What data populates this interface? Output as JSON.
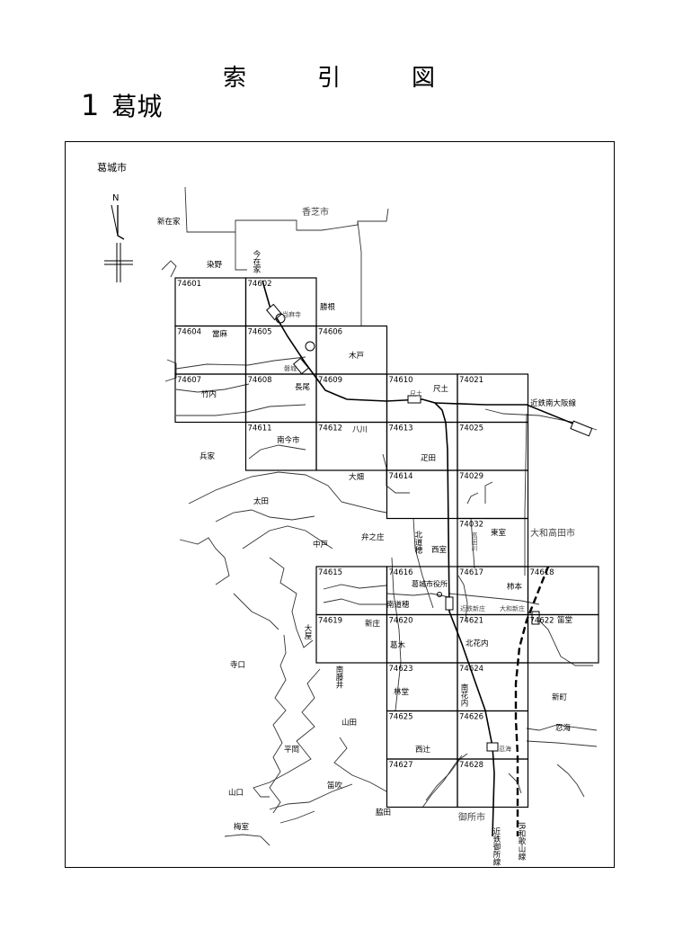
{
  "header": {
    "title_chars": [
      "索",
      "引",
      "図"
    ],
    "number": "1",
    "name": "葛城"
  },
  "map": {
    "city_label": "葛城市",
    "compass_label": "N",
    "neighbor_cities": [
      {
        "id": "kashiba",
        "text": "香芝市"
      },
      {
        "id": "yamatotakada",
        "text": "大和高田市"
      },
      {
        "id": "gose",
        "text": "御所市"
      }
    ],
    "cells": [
      {
        "id": "74601",
        "col": 0,
        "row": 0
      },
      {
        "id": "74602",
        "col": 1,
        "row": 0
      },
      {
        "id": "74604",
        "col": 0,
        "row": 1
      },
      {
        "id": "74605",
        "col": 1,
        "row": 1
      },
      {
        "id": "74606",
        "col": 2,
        "row": 1
      },
      {
        "id": "74607",
        "col": 0,
        "row": 2
      },
      {
        "id": "74608",
        "col": 1,
        "row": 2
      },
      {
        "id": "74609",
        "col": 2,
        "row": 2
      },
      {
        "id": "74610",
        "col": 3,
        "row": 2
      },
      {
        "id": "74021",
        "col": 4,
        "row": 2
      },
      {
        "id": "74611",
        "col": 1,
        "row": 3
      },
      {
        "id": "74612",
        "col": 2,
        "row": 3
      },
      {
        "id": "74613",
        "col": 3,
        "row": 3
      },
      {
        "id": "74025",
        "col": 4,
        "row": 3
      },
      {
        "id": "74614",
        "col": 3,
        "row": 4
      },
      {
        "id": "74029",
        "col": 4,
        "row": 4
      },
      {
        "id": "74032",
        "col": 4,
        "row": 5
      },
      {
        "id": "74615",
        "col": 2,
        "row": 6
      },
      {
        "id": "74616",
        "col": 3,
        "row": 6
      },
      {
        "id": "74617",
        "col": 4,
        "row": 6
      },
      {
        "id": "74618",
        "col": 5,
        "row": 6
      },
      {
        "id": "74619",
        "col": 2,
        "row": 7
      },
      {
        "id": "74620",
        "col": 3,
        "row": 7
      },
      {
        "id": "74621",
        "col": 4,
        "row": 7
      },
      {
        "id": "74622",
        "col": 5,
        "row": 7
      },
      {
        "id": "74623",
        "col": 3,
        "row": 8
      },
      {
        "id": "74624",
        "col": 4,
        "row": 8
      },
      {
        "id": "74625",
        "col": 3,
        "row": 9
      },
      {
        "id": "74626",
        "col": 4,
        "row": 9
      },
      {
        "id": "74627",
        "col": 3,
        "row": 10
      },
      {
        "id": "74628",
        "col": 4,
        "row": 10
      }
    ],
    "places_h": [
      {
        "id": "shinzaike",
        "text": "新在家"
      },
      {
        "id": "someno",
        "text": "染野"
      },
      {
        "id": "katsune",
        "text": "勝根"
      },
      {
        "id": "taima",
        "text": "當麻"
      },
      {
        "id": "kido",
        "text": "木戸"
      },
      {
        "id": "takenouchi",
        "text": "竹内"
      },
      {
        "id": "nagao",
        "text": "長尾"
      },
      {
        "id": "shakudo",
        "text": "尺土"
      },
      {
        "id": "minamiimaichi",
        "text": "南今市"
      },
      {
        "id": "yagawa",
        "text": "八川"
      },
      {
        "id": "hyoke",
        "text": "兵家"
      },
      {
        "id": "jouden",
        "text": "疋田"
      },
      {
        "id": "oohata",
        "text": "大畑"
      },
      {
        "id": "oota",
        "text": "太田"
      },
      {
        "id": "higashimuro",
        "text": "東室"
      },
      {
        "id": "nakato",
        "text": "中戸"
      },
      {
        "id": "bennosho",
        "text": "弁之庄"
      },
      {
        "id": "nishimuro",
        "text": "西室"
      },
      {
        "id": "kakimoto",
        "text": "柿本"
      },
      {
        "id": "minamimichiho",
        "text": "南道穂"
      },
      {
        "id": "fuedo",
        "text": "笛堂"
      },
      {
        "id": "shinjo",
        "text": "新庄"
      },
      {
        "id": "katsuragi",
        "text": "葛木"
      },
      {
        "id": "kitahanauchi",
        "text": "北花内"
      },
      {
        "id": "teraguchi",
        "text": "寺口"
      },
      {
        "id": "hayashido",
        "text": "林堂"
      },
      {
        "id": "shinmachi",
        "text": "新町"
      },
      {
        "id": "yamada",
        "text": "山田"
      },
      {
        "id": "oshimi",
        "text": "忍海"
      },
      {
        "id": "hiraoka",
        "text": "平岡"
      },
      {
        "id": "nishitsuji",
        "text": "西辻"
      },
      {
        "id": "fuefuki",
        "text": "笛吹"
      },
      {
        "id": "yamaguchi",
        "text": "山口"
      },
      {
        "id": "umemuro",
        "text": "梅室"
      },
      {
        "id": "wakita",
        "text": "脇田"
      }
    ],
    "places_v": [
      {
        "id": "imazaike",
        "text": "今在家"
      },
      {
        "id": "kitamichiho",
        "text": "北道穂"
      },
      {
        "id": "oya",
        "text": "大屋"
      },
      {
        "id": "minamifujii",
        "text": "南藤井"
      },
      {
        "id": "minamihanauchi",
        "text": "南花内"
      }
    ],
    "small_labels": [
      {
        "id": "taimadera",
        "text": "当麻寺"
      },
      {
        "id": "iwaki",
        "text": "磐城"
      },
      {
        "id": "shakudo_st",
        "text": "尺土"
      },
      {
        "id": "takadagawa",
        "text": "高田川"
      },
      {
        "id": "kintetsushinjo",
        "text": "近鉄新庄"
      },
      {
        "id": "yamatoshinjo",
        "text": "大和新庄"
      },
      {
        "id": "oshimi_st",
        "text": "忍海"
      }
    ],
    "city_hall": "葛城市役所",
    "rail_lines": [
      {
        "id": "minami_osaka",
        "text": "近鉄南大阪線"
      },
      {
        "id": "gose_line",
        "text": "近鉄御所線"
      },
      {
        "id": "wakayama_line",
        "text": "JR和歌山線"
      }
    ]
  }
}
